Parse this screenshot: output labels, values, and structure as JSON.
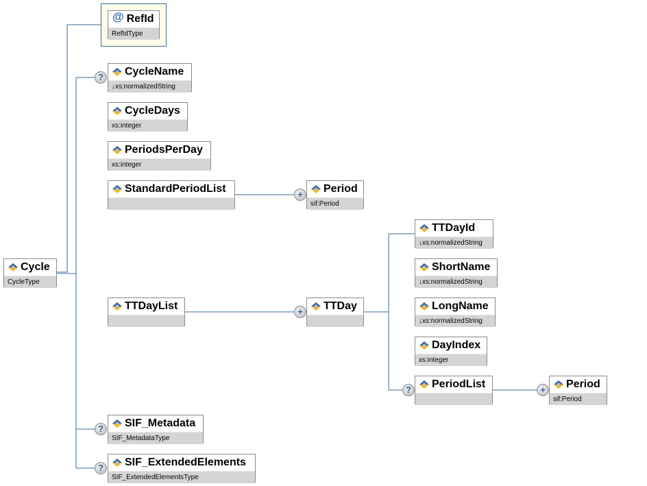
{
  "diagram": {
    "root": {
      "name": "Cycle",
      "type": "CycleType"
    },
    "attribute": {
      "name": "RefId",
      "type": "RefIdType",
      "symbol": "@"
    },
    "children": [
      {
        "name": "CycleName",
        "type": "↓xs:normalizedString",
        "occurrence": "?"
      },
      {
        "name": "CycleDays",
        "type": "xs:integer"
      },
      {
        "name": "PeriodsPerDay",
        "type": "xs:integer"
      },
      {
        "name": "StandardPeriodList",
        "type": "",
        "child": {
          "name": "Period",
          "type": "sif:Period",
          "occurrence": "+"
        }
      },
      {
        "name": "TTDayList",
        "type": "",
        "child": {
          "name": "TTDay",
          "type": "",
          "occurrence": "+"
        }
      },
      {
        "name": "SIF_Metadata",
        "type": "SIF_MetadataType",
        "occurrence": "?"
      },
      {
        "name": "SIF_ExtendedElements",
        "type": "SIF_ExtendedElementsType",
        "occurrence": "?"
      }
    ],
    "ttday_children": [
      {
        "name": "TTDayId",
        "type": "↓xs:normalizedString"
      },
      {
        "name": "ShortName",
        "type": "↓xs:normalizedString"
      },
      {
        "name": "LongName",
        "type": "↓xs:normalizedString"
      },
      {
        "name": "DayIndex",
        "type": "xs:integer"
      },
      {
        "name": "PeriodList",
        "type": "",
        "occurrence": "?",
        "child": {
          "name": "Period",
          "type": "sif:Period",
          "occurrence": "+"
        }
      }
    ]
  },
  "colors": {
    "wire": "#3b6a9c",
    "type_bar": "#d4d4d4",
    "attr_bg": "#fcfce8"
  },
  "icons": {
    "element": "element-diamond-icon",
    "attribute": "at-sign-icon",
    "optional": "question-badge-icon",
    "repeat": "plus-badge-icon"
  }
}
